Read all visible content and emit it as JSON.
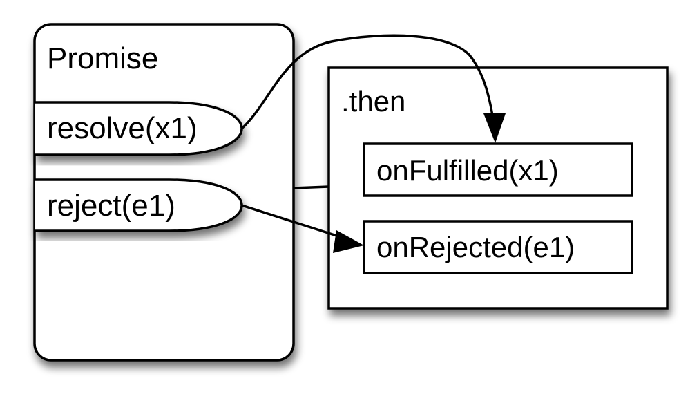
{
  "promise": {
    "title": "Promise",
    "resolve_label": "resolve(x1)",
    "reject_label": "reject(e1)"
  },
  "then": {
    "title": ".then",
    "on_fulfilled_label": "onFulfilled(x1)",
    "on_rejected_label": "onRejected(e1)"
  },
  "colors": {
    "stroke": "#000000",
    "fill": "#ffffff",
    "shadow": "#999999"
  }
}
